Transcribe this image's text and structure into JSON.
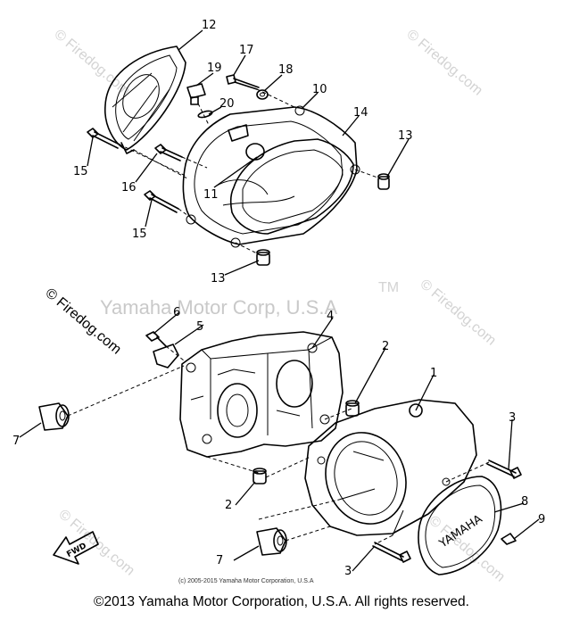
{
  "watermark": {
    "main": "Yamaha Motor Corp, U.S.A",
    "site": "© Firedog.com",
    "tm": "TM"
  },
  "callouts": {
    "c1": "1",
    "c2a": "2",
    "c2b": "2",
    "c3a": "3",
    "c3b": "3",
    "c4": "4",
    "c5": "5",
    "c6": "6",
    "c7a": "7",
    "c7b": "7",
    "c8": "8",
    "c9": "9",
    "c10": "10",
    "c11": "11",
    "c12": "12",
    "c13a": "13",
    "c13b": "13",
    "c14": "14",
    "c15a": "15",
    "c15b": "15",
    "c16": "16",
    "c17": "17",
    "c18": "18",
    "c19": "19",
    "c20": "20"
  },
  "cover_text": "YAMAHA",
  "fwd_label": "FWD",
  "inner_copyright": "(c) 2005-2015 Yamaha Motor Corporation, U.S.A",
  "footer_copyright": "©2013 Yamaha Motor Corporation, U.S.A. All rights reserved."
}
